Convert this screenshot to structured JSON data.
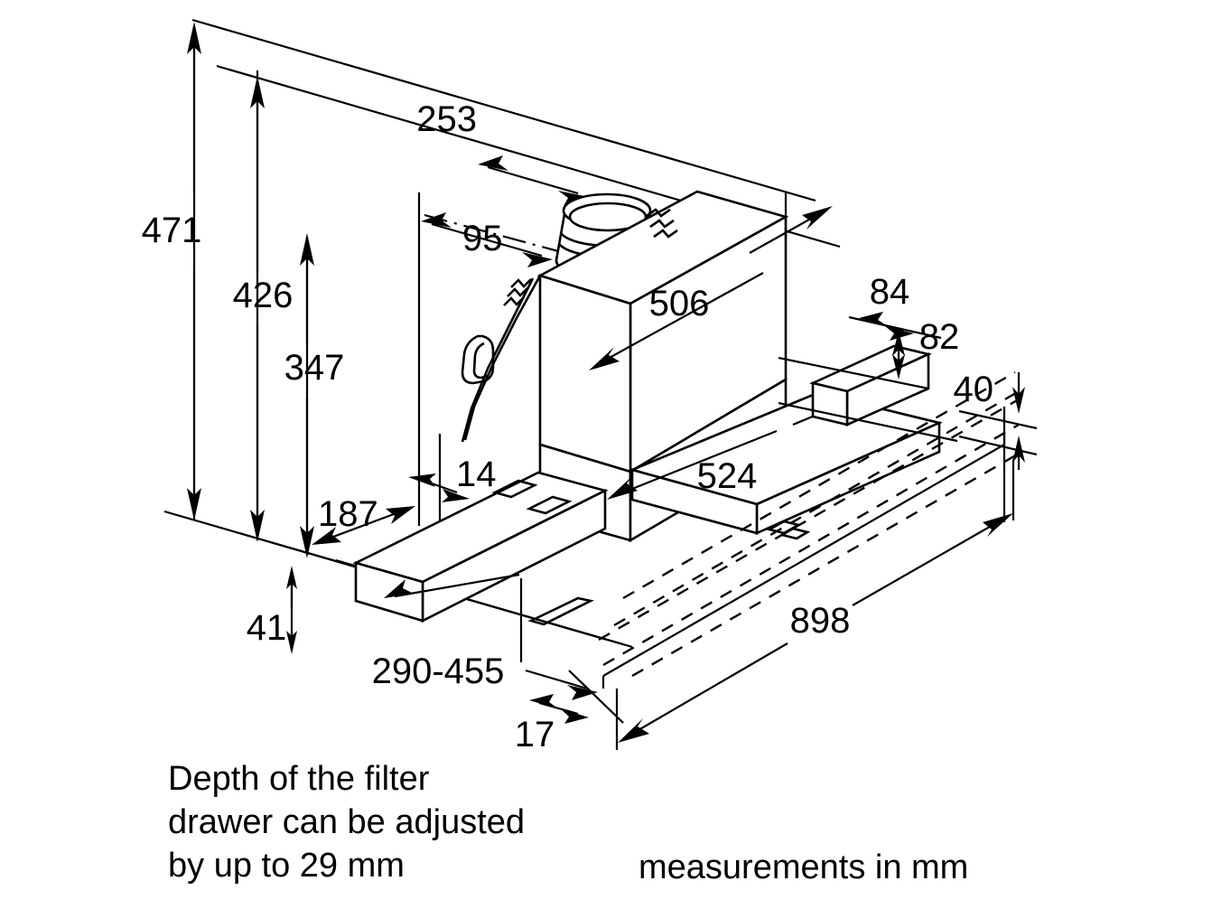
{
  "drawing": {
    "title": "Cooker hood telescopic extractor dimension drawing",
    "units_note": "measurements in mm",
    "filter_note_lines": [
      "Depth of the filter",
      "drawer can be adjusted",
      "by up to 29 mm"
    ],
    "colors": {
      "line": "#000000",
      "background": "#ffffff",
      "text": "#000000"
    }
  },
  "dimensions": {
    "d471": "471",
    "d426": "426",
    "d347": "347",
    "d253": "253",
    "d95": "95",
    "d506": "506",
    "d84": "84",
    "d82": "82",
    "d40": "40",
    "d14": "14",
    "d187": "187",
    "d524": "524",
    "d41": "41",
    "d290_455": "290-455",
    "d17": "17",
    "d898": "898"
  },
  "chart_data": {
    "type": "table",
    "title": "Cooker hood telescopic extractor dimension drawing",
    "xlabel": "",
    "ylabel": "",
    "categories": [
      "471",
      "426",
      "347",
      "253",
      "95",
      "506",
      "84",
      "82",
      "40",
      "14",
      "187",
      "524",
      "41",
      "290-455",
      "17",
      "898"
    ],
    "values": [
      471,
      426,
      347,
      253,
      95,
      506,
      84,
      82,
      40,
      14,
      187,
      524,
      41,
      455,
      17,
      898
    ],
    "annotations": [
      "Depth of the filter drawer can be adjusted by up to 29 mm",
      "measurements in mm"
    ],
    "legend": []
  }
}
